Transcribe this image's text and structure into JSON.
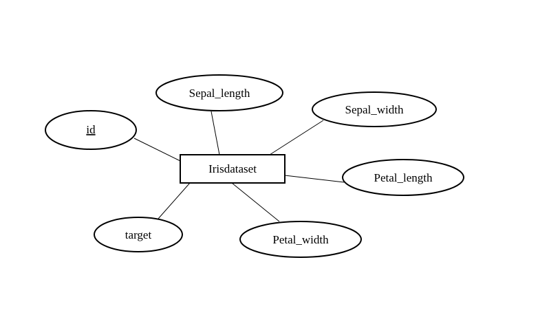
{
  "diagram": {
    "entity": {
      "label": "Irisdataset"
    },
    "attributes": [
      {
        "key": "id",
        "label": "id",
        "primary_key": true
      },
      {
        "key": "sepal-length",
        "label": "Sepal_length",
        "primary_key": false
      },
      {
        "key": "sepal-width",
        "label": "Sepal_width",
        "primary_key": false
      },
      {
        "key": "petal-length",
        "label": "Petal_length",
        "primary_key": false
      },
      {
        "key": "petal-width",
        "label": "Petal_width",
        "primary_key": false
      },
      {
        "key": "target",
        "label": "target",
        "primary_key": false
      }
    ]
  }
}
